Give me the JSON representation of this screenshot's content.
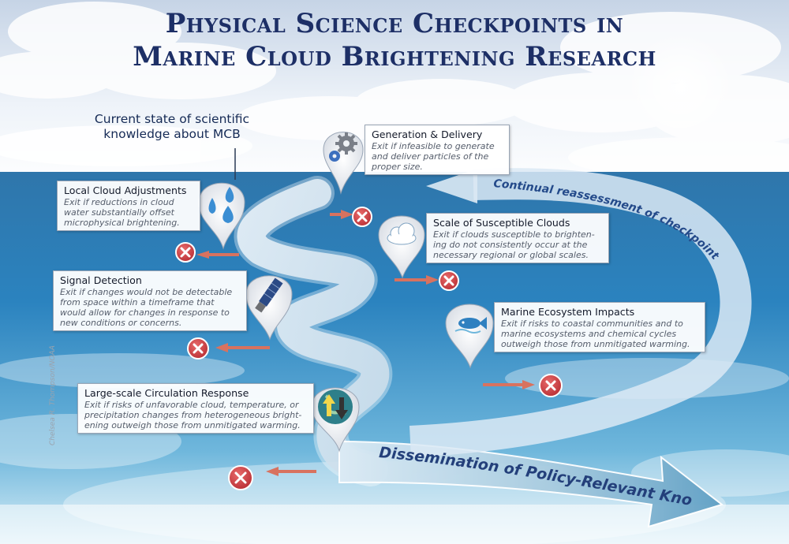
{
  "title": {
    "line1": "Physical Science Checkpoints in",
    "line2": "Marine Cloud Brightening Research"
  },
  "start_label": {
    "line1": "Current state of scientific",
    "line2": "knowledge about MCB"
  },
  "loop_label": "Continual reassessment of checkpoints",
  "outcome_label": "Dissemination of Policy-Relevant Knowledge",
  "credit": "Chelsea R. Thompson/NOAA",
  "checkpoints": [
    {
      "title": "Generation & Delivery",
      "lines": [
        "Exit if infeasible to generate",
        "and deliver particles of the",
        "proper size."
      ],
      "icon": "gears-icon"
    },
    {
      "title": "Local Cloud Adjustments",
      "lines": [
        "Exit if reductions in cloud",
        "water substantially offset",
        "microphysical brightening."
      ],
      "icon": "water-drops-icon"
    },
    {
      "title": "Scale of Susceptible Clouds",
      "lines": [
        "Exit if clouds susceptible to brighten-",
        "ing do not consistently occur at the",
        "necessary regional or global scales."
      ],
      "icon": "cloud-icon"
    },
    {
      "title": "Signal Detection",
      "lines": [
        "Exit if changes would not be detectable",
        "from space within a timeframe that",
        "would allow for changes in response to",
        "new conditions or concerns."
      ],
      "icon": "satellite-icon"
    },
    {
      "title": "Marine Ecosystem Impacts",
      "lines": [
        "Exit if risks to coastal communities and to",
        "marine ecosystems and chemical cycles",
        "outweigh those from unmitigated warming."
      ],
      "icon": "fish-icon"
    },
    {
      "title": "Large-scale Circulation Response",
      "lines": [
        "Exit if risks of unfavorable cloud, temperature, or",
        "precipitation changes from heterogeneous bright-",
        "ening outweigh those from unmitigated warming."
      ],
      "icon": "globe-arrows-icon"
    }
  ],
  "colors": {
    "title": "#1d2f66",
    "exit_marker": "#d44b4b",
    "exit_arrow": "#d8725f",
    "path": "#dbe9f4",
    "loop_text": "#244a8a"
  }
}
